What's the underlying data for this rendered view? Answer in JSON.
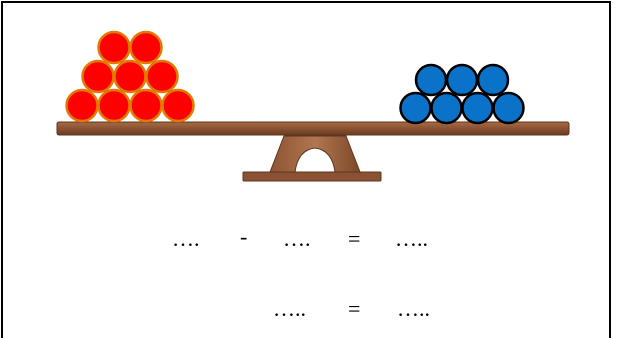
{
  "colors": {
    "red_ball_fill": "#ff0000",
    "red_ball_stroke": "#e07a00",
    "blue_ball_fill": "#0a72c8",
    "blue_ball_stroke": "#000000",
    "plank": "#8a5232",
    "plank_shadow": "#5e3520"
  },
  "balance": {
    "left_pan": {
      "color": "red",
      "count": 9,
      "arrangement_rows": [
        2,
        3,
        4
      ]
    },
    "right_pan": {
      "color": "blue",
      "count": 7,
      "arrangement_rows": [
        3,
        4
      ]
    }
  },
  "equation_1": {
    "blank_a": "….",
    "operator": "-",
    "blank_b": "….",
    "equals": "=",
    "blank_c": "….."
  },
  "equation_2": {
    "blank_a": "…..",
    "equals": "=",
    "blank_b": "….."
  }
}
